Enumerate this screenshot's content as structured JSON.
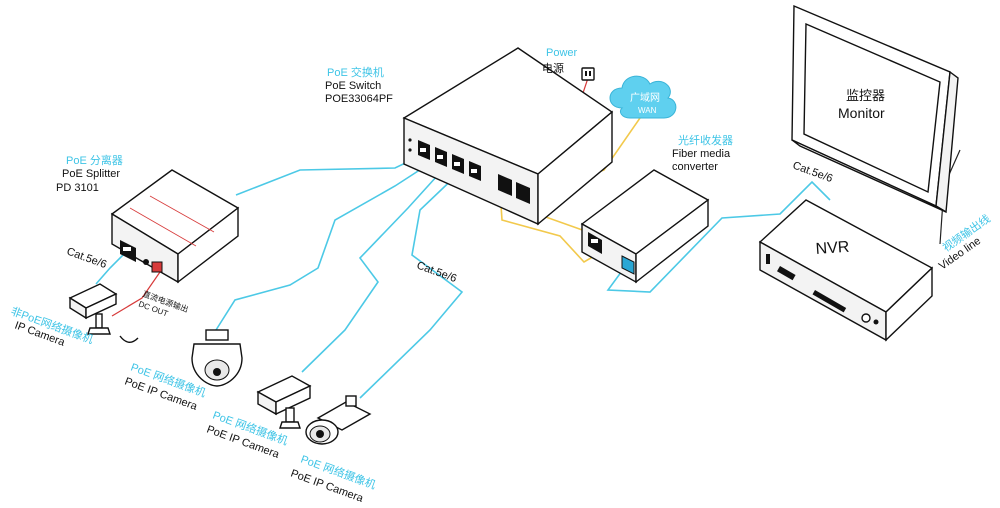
{
  "colors": {
    "cable_lan": "#4cc9e6",
    "cable_fiber": "#f2c94c",
    "cable_power": "#d73a3a",
    "label_cn": "#3ec4e6",
    "label_en": "#111111",
    "cloud": "#5fd0ef"
  },
  "switch": {
    "label_cn": "PoE 交换机",
    "label_en1": "PoE  Switch",
    "label_en2": "POE33064PF"
  },
  "power": {
    "label_en": "Power",
    "label_cn": "电源"
  },
  "wan": {
    "label_cn": "广域网",
    "label_en": "WAN"
  },
  "converter": {
    "label_cn": "光纤收发器",
    "label_en1": "Fiber media",
    "label_en2": "converter"
  },
  "monitor": {
    "label_cn": "监控器",
    "label_en": "Monitor"
  },
  "nvr": {
    "label": "NVR"
  },
  "video_line": {
    "label_cn": "视频输出线",
    "label_en": "Video line"
  },
  "splitter": {
    "label_cn": "PoE 分离器",
    "label_en1": "PoE Splitter",
    "label_en2": "PD 3101"
  },
  "dc_out": {
    "label_cn": "直流电源输出",
    "label_en": "DC OUT"
  },
  "cables": {
    "cat_left": "Cat.5e/6",
    "cat_middle": "Cat.5e/6",
    "cat_right": "Cat.5e/6"
  },
  "cameras": [
    {
      "label_cn": "非PoE网络摄像机",
      "label_en": "IP Camera"
    },
    {
      "label_cn": "PoE 网络摄像机",
      "label_en": "PoE IP Camera"
    },
    {
      "label_cn": "PoE 网络摄像机",
      "label_en": "PoE IP Camera"
    },
    {
      "label_cn": "PoE 网络摄像机",
      "label_en": "PoE IP Camera"
    }
  ]
}
